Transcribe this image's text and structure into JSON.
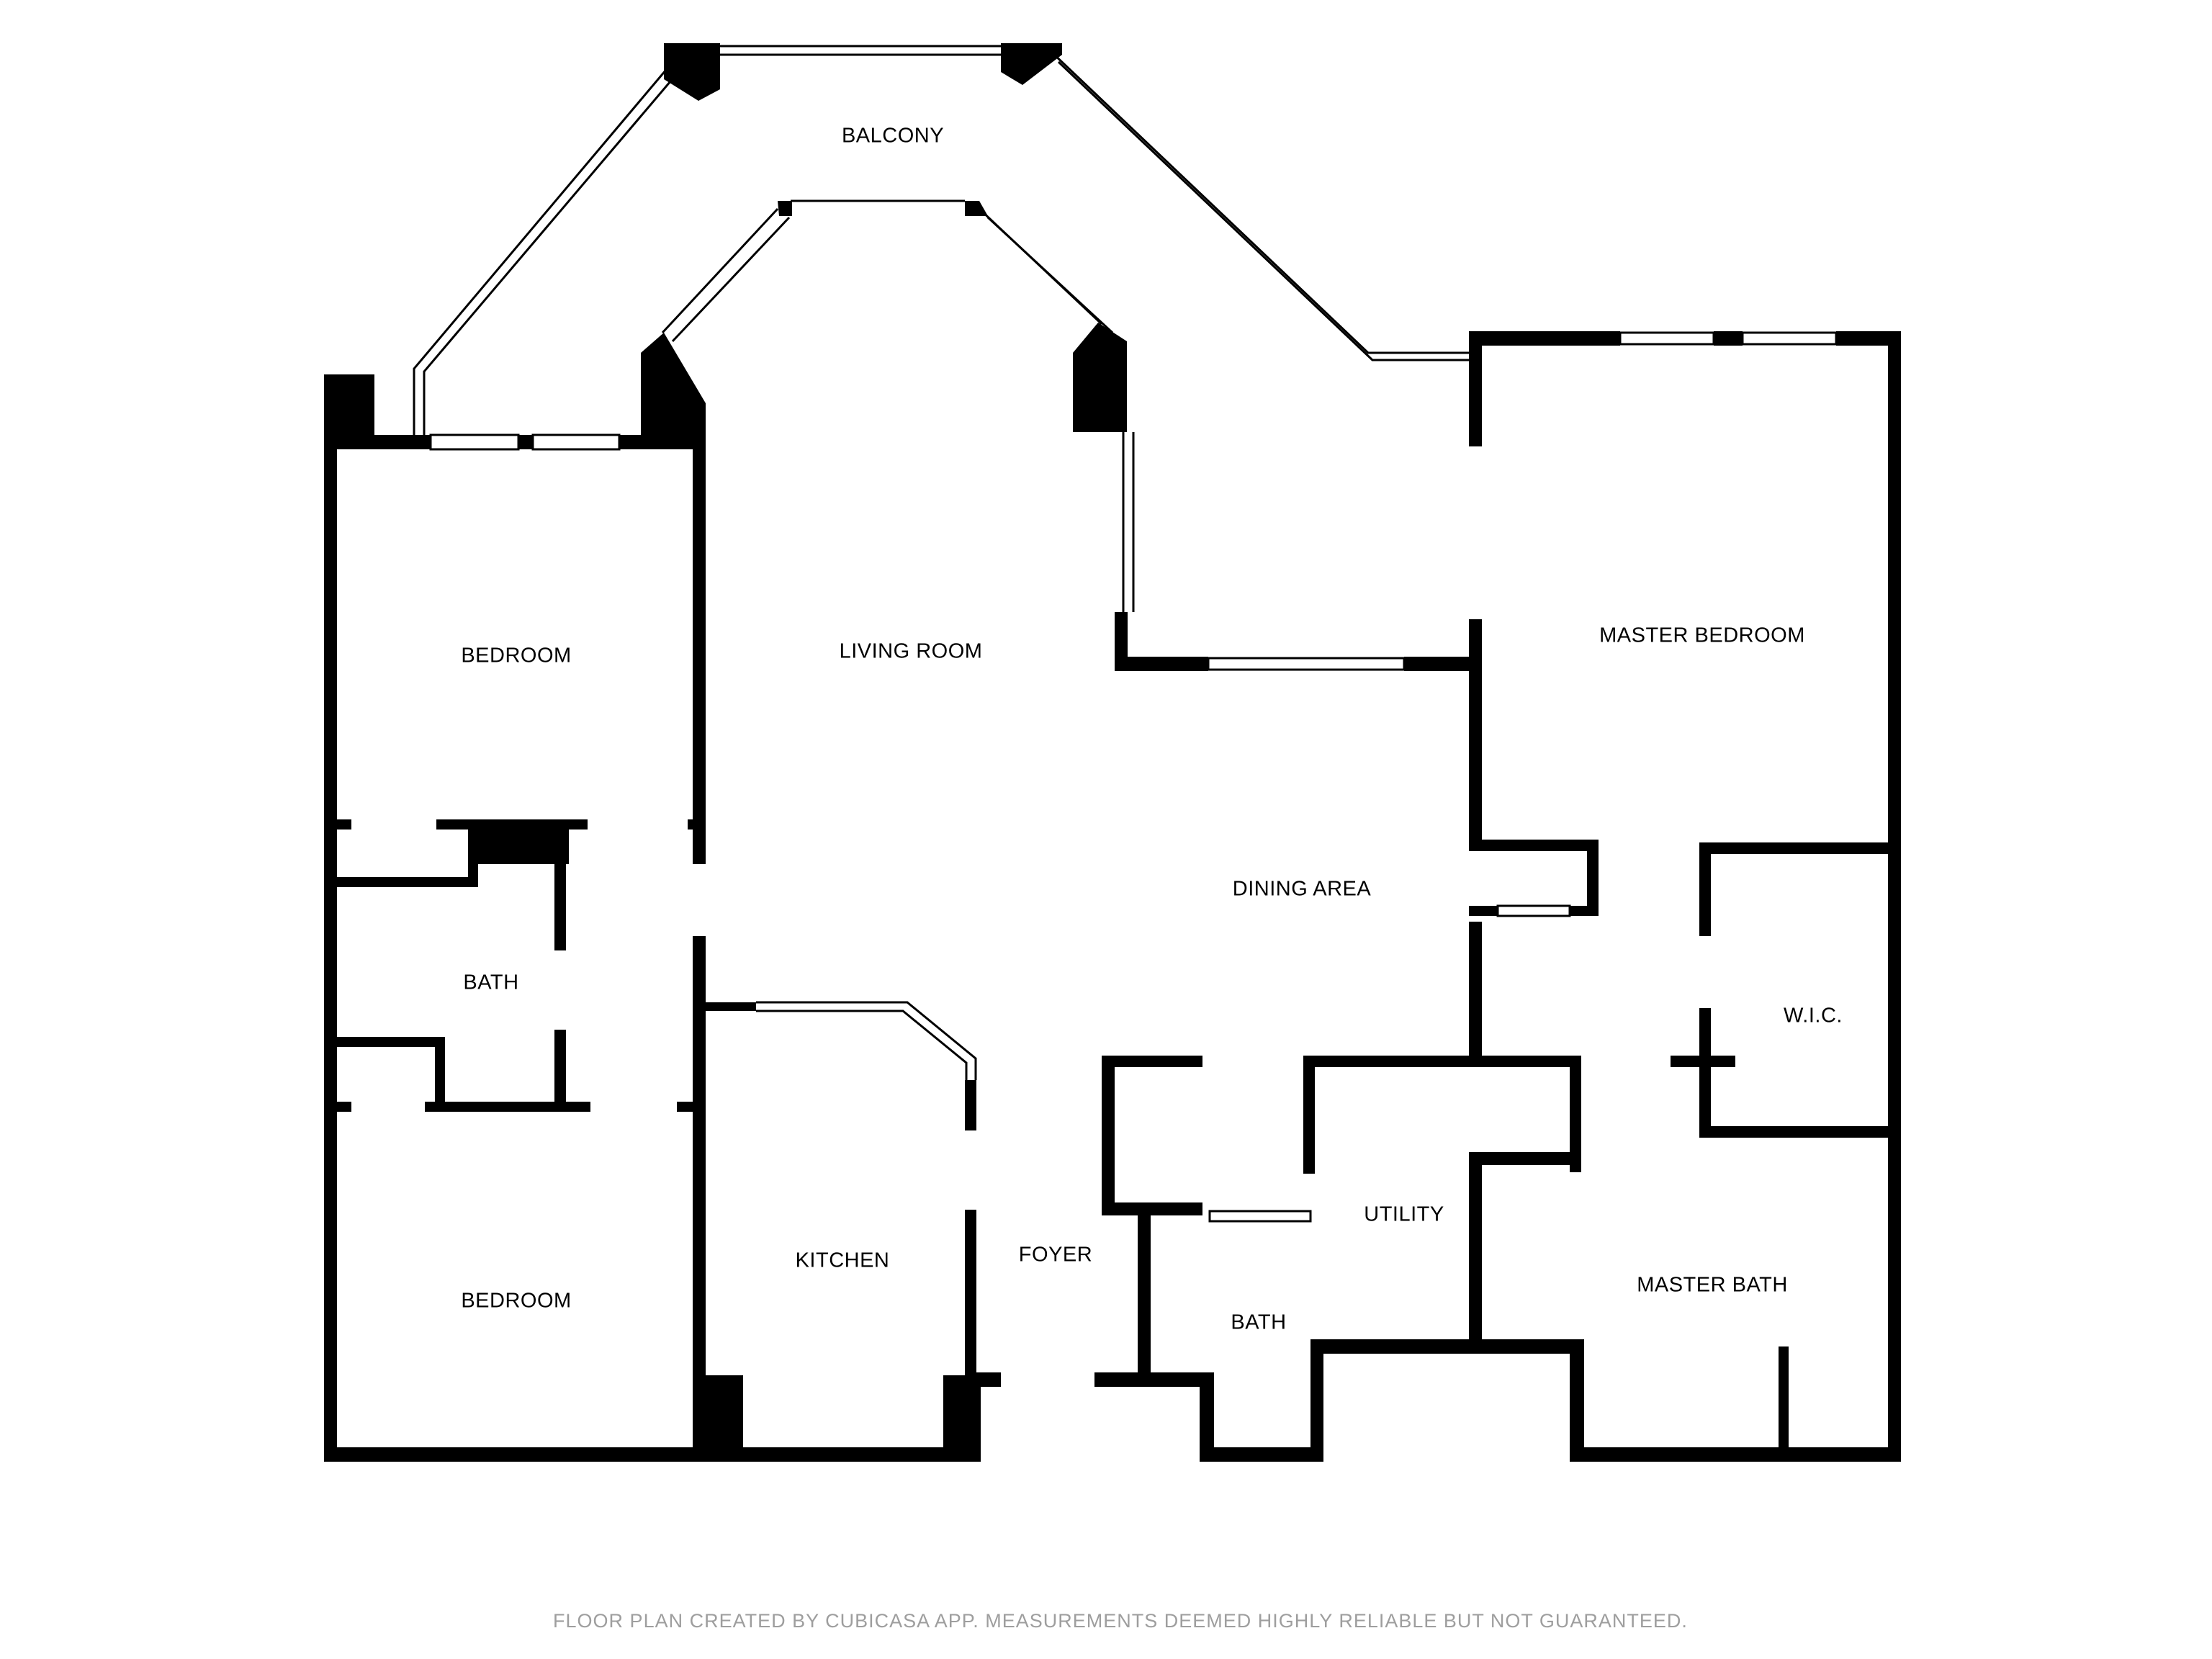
{
  "rooms": {
    "balcony": "BALCONY",
    "living_room": "LIVING ROOM",
    "bedroom_upper": "BEDROOM",
    "bath_left": "BATH",
    "bedroom_lower": "BEDROOM",
    "kitchen": "KITCHEN",
    "foyer": "FOYER",
    "dining_area": "DINING AREA",
    "master_bedroom": "MASTER BEDROOM",
    "wic": "W.I.C.",
    "utility": "UTILITY",
    "bath_center": "BATH",
    "master_bath": "MASTER BATH"
  },
  "footer": "FLOOR PLAN CREATED BY CUBICASA APP. MEASUREMENTS DEEMED HIGHLY RELIABLE BUT NOT GUARANTEED.",
  "colors": {
    "wall": "#000000",
    "background": "#ffffff",
    "footer_text": "#9e9e9e"
  }
}
